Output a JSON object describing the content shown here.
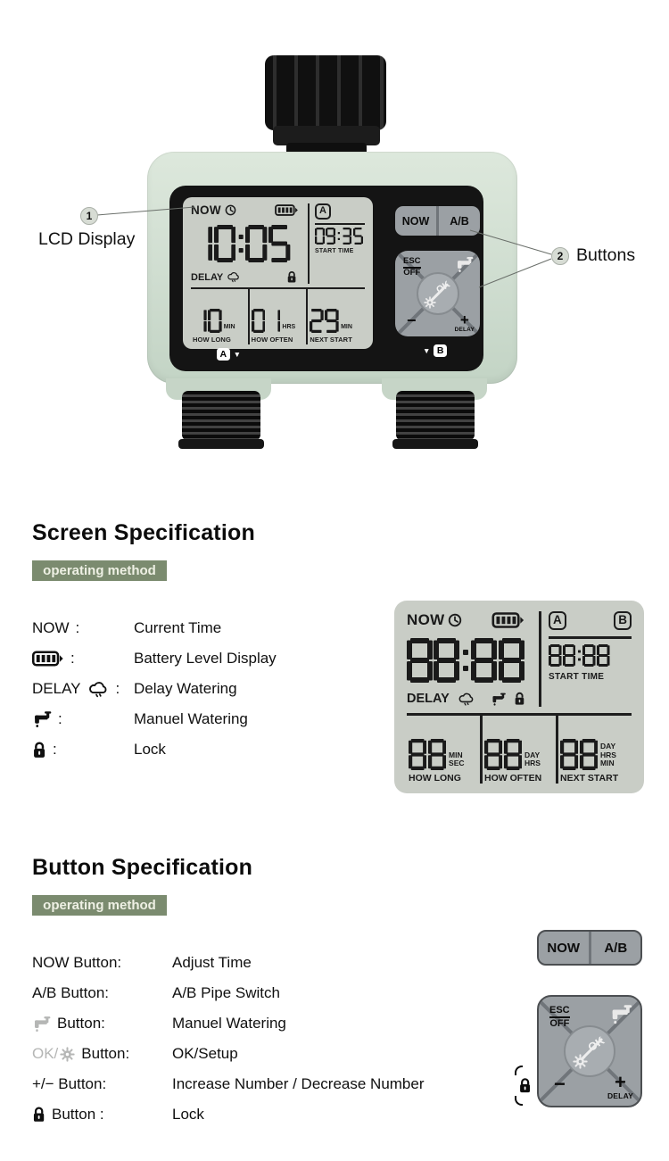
{
  "colors": {
    "badge_green": "#7b8b6f",
    "badge_text": "#eef0e4",
    "panel_black": "#141414",
    "lcd_bg": "#c9cdc6",
    "button_gray": "#9ba0a4",
    "button_divider": "#70757a"
  },
  "hero": {
    "callout1": {
      "num": "1",
      "label": "LCD Display"
    },
    "callout2": {
      "num": "2",
      "label": "Buttons"
    },
    "marker_arrow": "▼"
  },
  "device": {
    "lcd": {
      "now": "NOW",
      "a_badge": "A",
      "time": "10:05",
      "start": "09:35",
      "delay": "DELAY",
      "start_label": "START TIME",
      "cells": [
        {
          "value": "10",
          "unit": "MIN",
          "label": "HOW LONG"
        },
        {
          "value": "01",
          "unit": "HRS",
          "label": "HOW OFTEN"
        },
        {
          "value": "29",
          "unit": "MIN",
          "label": "NEXT START"
        }
      ],
      "marker_a": "A",
      "marker_b": "B"
    },
    "buttons": {
      "now": "NOW",
      "ab": "A/B",
      "esc": "ESC",
      "off": "OFF",
      "ok": "OK",
      "minus": "−",
      "plus": "+",
      "delay": "DELAY"
    }
  },
  "screen_spec": {
    "title": "Screen Specification",
    "badge": "operating method",
    "rows": [
      {
        "term": "NOW",
        "colon": ":",
        "desc": "Current Time"
      },
      {
        "colon": ":",
        "desc": "Battery Level Display"
      },
      {
        "term": "DELAY",
        "colon": ":",
        "desc": "Delay Watering"
      },
      {
        "colon": ":",
        "desc": "Manuel Watering"
      },
      {
        "colon": ":",
        "desc": "Lock"
      }
    ],
    "lcd": {
      "now": "NOW",
      "a_badge": "A",
      "b_badge": "B",
      "time": "88:88",
      "start": "88:88",
      "delay": "DELAY",
      "start_label": "START TIME",
      "cells": [
        {
          "value": "88",
          "units": [
            "MIN",
            "SEC"
          ],
          "label": "HOW LONG"
        },
        {
          "value": "88",
          "units": [
            "DAY",
            "HRS"
          ],
          "label": "HOW OFTEN"
        },
        {
          "value": "88",
          "units": [
            "DAY",
            "HRS",
            "MIN"
          ],
          "label": "NEXT START"
        }
      ]
    }
  },
  "button_spec": {
    "title": "Button Specification",
    "badge": "operating method",
    "rows": [
      {
        "term": "NOW Button",
        "colon": ":",
        "desc": "Adjust Time"
      },
      {
        "term": "A/B Button",
        "colon": ":",
        "desc": "A/B Pipe Switch"
      },
      {
        "term": "Button",
        "colon": ":",
        "desc": "Manuel Watering"
      },
      {
        "pre": "OK/",
        "term": "Button",
        "colon": ":",
        "desc": "OK/Setup"
      },
      {
        "term": "+/− Button",
        "colon": ":",
        "desc": "Increase Number / Decrease Number"
      },
      {
        "term": "Button",
        "colon": " :",
        "desc": "Lock"
      }
    ],
    "mockup": {
      "now": "NOW",
      "ab": "A/B",
      "esc": "ESC",
      "off": "OFF",
      "ok": "OK",
      "minus": "−",
      "plus": "+",
      "delay": "DELAY"
    }
  }
}
